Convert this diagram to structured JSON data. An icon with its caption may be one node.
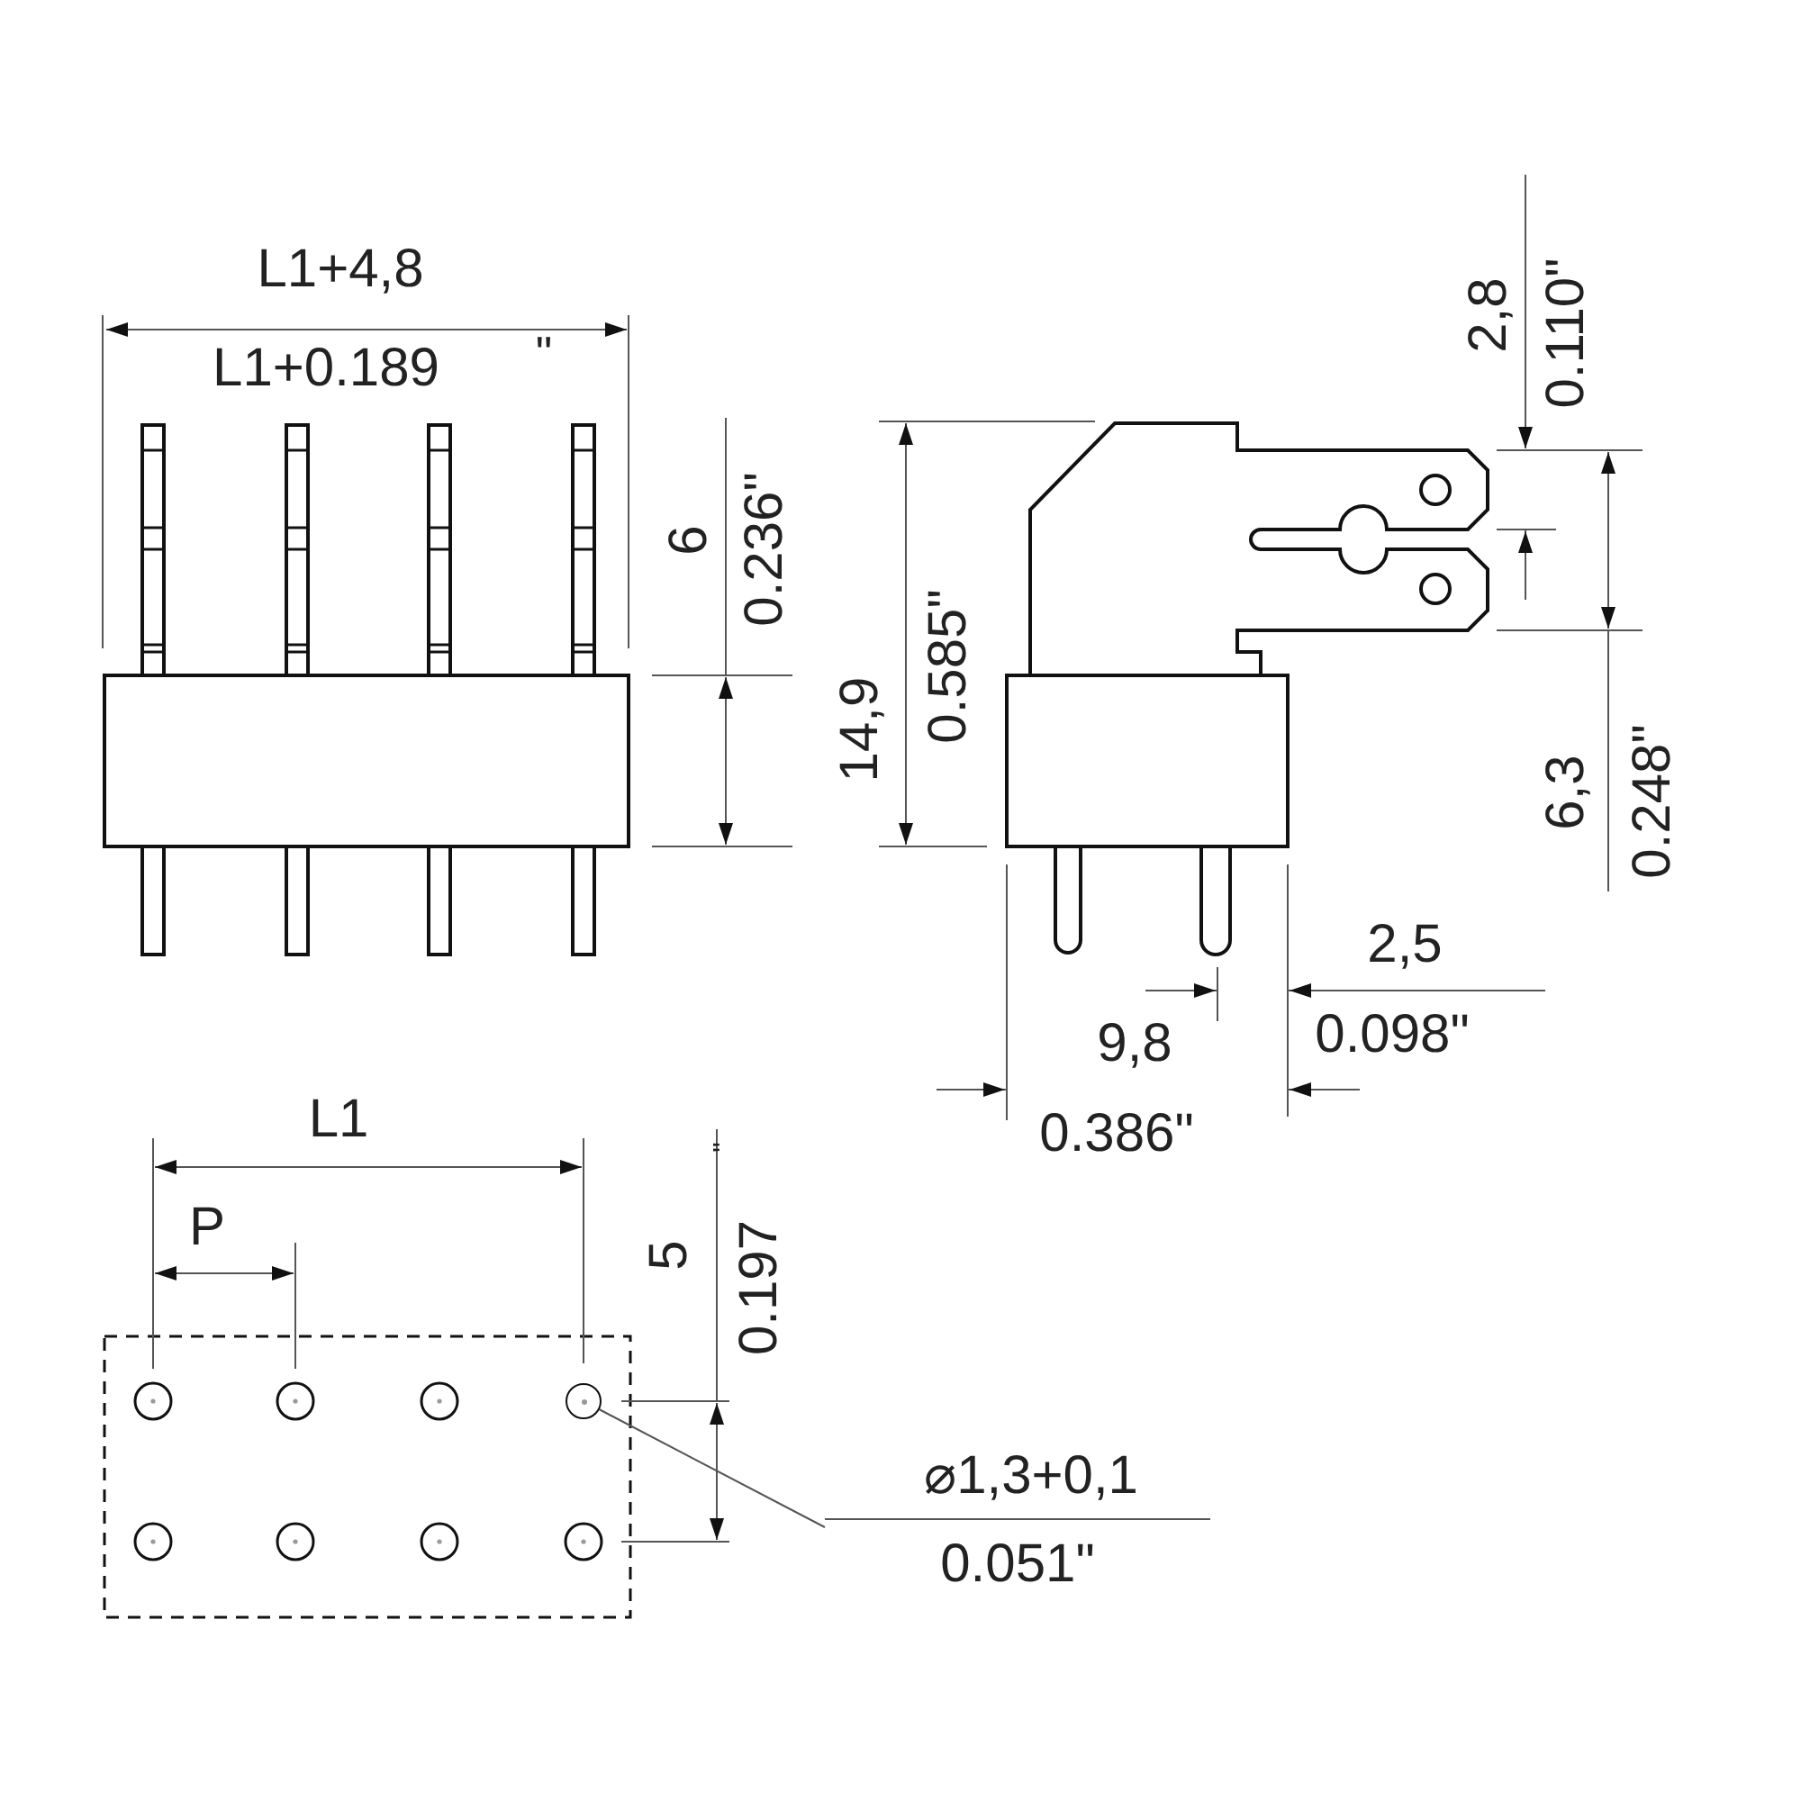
{
  "diagram": {
    "nodes": [
      {
        "text": [
          "⌀1,3+0,1",
          "0.051\""
        ]
      },
      {
        "text": [],
        "shape": "circle"
      }
    ],
    "edges": [
      {
        "from": 0,
        "to": 1,
        "arrow": "none"
      }
    ],
    "labels": [
      "L1+4,8",
      "L1+0.189",
      "\"",
      "6",
      "0.236\"",
      "14,9",
      "0.585\"",
      "2,8",
      "0.110\"",
      "6,3",
      "0.248\"",
      "2,5",
      "0.098\"",
      "9,8",
      "0.386\"",
      "L1",
      "P",
      "5",
      "0.197",
      "\""
    ]
  }
}
